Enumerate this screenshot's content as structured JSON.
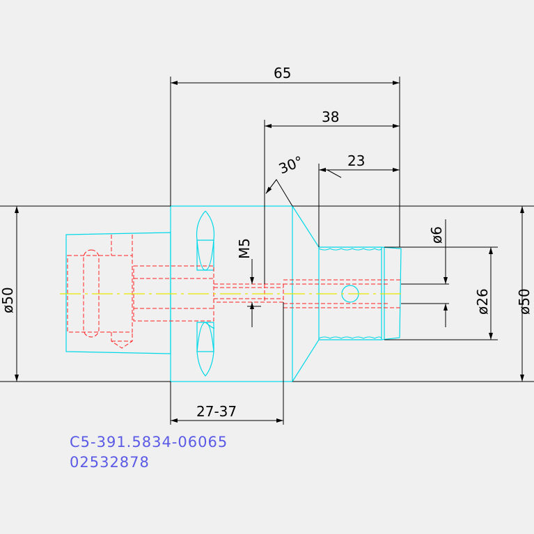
{
  "dimensions": {
    "overall_length": "65",
    "length_38": "38",
    "length_23": "23",
    "angle": "30°",
    "thread": "M5",
    "dia_left": "ø50",
    "dia_right": "ø50",
    "dia_26": "ø26",
    "dia_6": "ø6",
    "range": "27-37"
  },
  "part": {
    "code": "C5-391.5834-06065",
    "number": "02532878"
  },
  "colors": {
    "outline": "#00d8e8",
    "hidden": "#ff2020",
    "centerline": "#e8e800",
    "dimension": "#000000",
    "part_text": "#5a5ae6",
    "background": "#f0f0f0"
  }
}
